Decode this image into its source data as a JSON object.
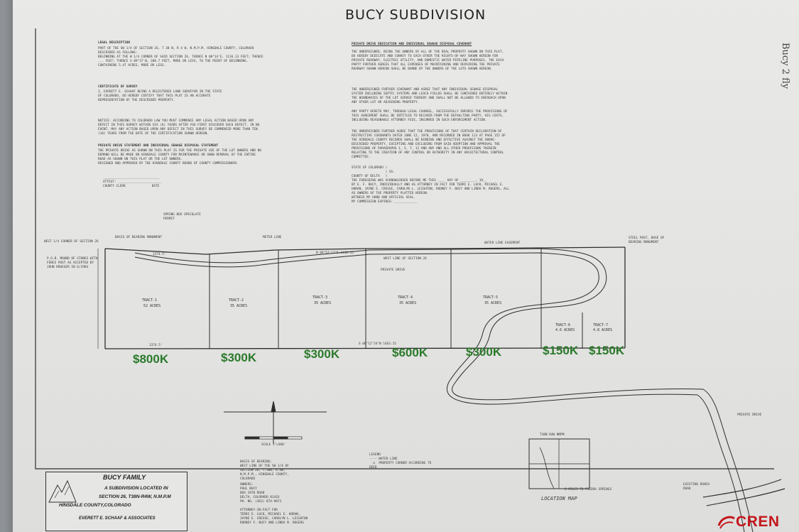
{
  "plat": {
    "title": "BUCY SUBDIVISION",
    "edge_writing": "Bucy  2  fly",
    "legal_heading": "LEGAL DESCRIPTION",
    "legal_text": "PART OF THE SW 1/4 OF SECTION 26, T 38 N, R 4 W, N.M.P.M. HINSDALE COUNTY, COLORADO DESCRIBED AS FOLLOWS:\nBEGINNING AT THE W 1/4 CORNER OF SAID SECTION 26, THENCE N 00°14'E, 1116.13 FEET; THENCE ... FEET; THENCE S 89°37'W, 208.7 FEET, MORE OR LESS, TO THE POINT OF BEGINNING.\nCONTAINING 5.47 ACRES, MORE OR LESS.",
    "surveyor_heading": "CERTIFICATE OF SURVEY",
    "surveyor_text": "I, EVERETT E. SCHAAF BEING A REGISTERED LAND SURVEYOR IN THE STATE OF COLORADO, DO HEREBY CERTIFY THAT THIS PLAT IS AN ACCURATE REPRESENTATION OF THE DESCRIBED PROPERTY.",
    "notice_text": "NOTICE: ACCORDING TO COLORADO LAW YOU MUST COMMENCE ANY LEGAL ACTION BASED UPON ANY DEFECT IN THIS SURVEY WITHIN SIX (6) YEARS AFTER YOU FIRST DISCOVER SUCH DEFECT. IN NO EVENT, MAY ANY ACTION BASED UPON ANY DEFECT IN THIS SURVEY BE COMMENCED MORE THAN TEN (10) YEARS FROM THE DATE OF THE CERTIFICATION SHOWN HEREON.",
    "drive_heading": "PRIVATE DRIVE STATEMENT AND INDIVIDUAL SEWAGE DISPOSAL STATEMENT",
    "drive_text": "THE PRIVATE DRIVE AS SHOWN ON THIS PLAT IS FOR THE PRIVATE USE OF THE LOT OWNERS AND NO DEMAND WILL BE MADE ON HINSDALE COUNTY FOR MAINTENANCE OR SNOW REMOVAL OF THE ENTIRE ROAD AS SHOWN ON THIS PLAT OR THE LOT OWNERS.\nREVIEWED AND APPROVED BY THE HINSDALE COUNTY BOARD OF COUNTY COMMISSIONERS",
    "sign_lines": "______________________________\nATTEST: _______________________\nCOUNTY CLERK              DATE",
    "right_heading": "PRIVATE DRIVE DEDICATION AND INDIVIDUAL SEWAGE DISPOSAL COVENANT",
    "right_text_1": "THE UNDERSIGNED, BEING THE OWNERS OF ALL OF THE REAL PROPERTY SHOWN ON THIS PLAT, DO HEREBY DEDICATE AND CONVEY TO EACH OTHER THE RIGHTS-OF-WAY SHOWN HEREON FOR PRIVATE ROADWAY, ELECTRIC UTILITY, AND DOMESTIC WATER PIPELINE PURPOSES. THE EACH PARTY FURTHER AGREES THAT ALL EXPENSES OF MAINTAINING AND REPAIRING THE PRIVATE ROADWAY SHOWN HEREON SHALL BE BORNE BY THE OWNERS OF THE LOTS SHOWN HEREON.",
    "right_text_2": "THE UNDERSIGNED FURTHER COVENANT AND AGREE THAT ANY INDIVIDUAL SEWAGE DISPOSAL SYSTEM INCLUDING SEPTIC SYSTEMS AND LEACH FIELDS SHALL BE CONTAINED ENTIRELY WITHIN THE BOUNDARIES OF THE LOT SERVED THEREBY AND SHALL NOT BE ALLOWED TO ENCROACH UPON ANY OTHER LOT OR ADJOINING PROPERTY.",
    "right_text_3": "ANY PARTY HERETO MAY, THROUGH LEGAL COUNSEL, SUCCESSFULLY ENFORCE THE PROVISIONS OF THIS AGREEMENT SHALL BE ENTITLED TO RECOVER FROM THE DEFAULTING PARTY, HIS COSTS, INCLUDING REASONABLE ATTORNEY FEES, INCURRED IN SUCH ENFORCEMENT ACTION.",
    "right_text_4": "THE UNDERSIGNED FURTHER AGREE THAT THE PROVISIONS OF THAT CERTAIN DECLARATION OF RESTRICTIVE COVENANTS DATED JUNE 12, 1978, AND RECORDED IN BOOK 113 AT PAGE 152 OF THE HINSDALE COUNTY RECORDS SHALL BE BINDING AND EFFECTIVE AGAINST THE ABOVE-DESCRIBED PROPERTY, EXCEPTING AND EXCLUDING FROM SAID ADOPTION AND APPROVAL THE PROVISIONS OF PARAGRAPHS 1, 5, 7, 12 AND ANY AND ALL OTHER PROVISIONS THEREIN RELATING TO THE CREATION OF ANY CONTROL OR AUTHORITY IN ANY ARCHITECTURAL CONTROL COMMITTEE.",
    "notary_text": "STATE OF COLORADO )\n                  ) SS.\nCOUNTY OF DELTA   )\nTHE FOREGOING WAS ACKNOWLEDGED BEFORE ME THIS ____ DAY OF ________, 19__\nBY E. F. BUCY, INDIVIDUALLY AND AS ATTORNEY IN FACT FOR TERRI E. LUCK, MICHAEL E. HORAN, JAYNE E. CRESSE, CAROLYN L. LEIGHTON, RODNEY F. BUCY AND LINDA M. ROGERS, ALL AS OWNERS OF THE PROPERTY PLATTED HEREON.\nWITNESS MY HAND AND OFFICIAL SEAL.\nMY COMMISSION EXPIRES: ____________",
    "tracts": [
      {
        "name": "TRACT-1",
        "acres": "52 ACRES"
      },
      {
        "name": "TRACT-2",
        "acres": "35 ACRES"
      },
      {
        "name": "TRACT-3",
        "acres": "35 ACRES"
      },
      {
        "name": "TRACT-4",
        "acres": "35 ACRES"
      },
      {
        "name": "TRACT-5",
        "acres": "35 ACRES"
      },
      {
        "name": "TRACT-6",
        "acres": "4.6 ACRES"
      },
      {
        "name": "TRACT-7",
        "acres": "4.8 ACRES"
      }
    ],
    "prices": [
      "$800K",
      "$300K",
      "$300K",
      "$600K",
      "$300K",
      "$150K",
      "$150K"
    ],
    "labels": {
      "west_corner": "WEST 1/4 CORNER OF SECTION 26",
      "pob": "P.O.B. MOUND OF STONES WITH FENCE POST AS ACCEPTED BY JOHN KRUEGER IN 6/1984",
      "basis": "BASIS OF BEARING MONUMENT",
      "spring_box": "SPRING BOX SPECULATE PERMIT",
      "meter": "METER LINE",
      "water_line": "WATER LINE EASEMENT",
      "private_drive": "PRIVATE DRIVE",
      "private_drive_2": "PRIVATE DRIVE",
      "steel_post": "STEEL POST, BASE OF BEARING MONUMENT",
      "existing_ranch": "EXISTING RANCH ROAD",
      "legend": "LEGEND\n---- WATER LINE\n  o  PROPERTY CORNER ACCORDING TO DEED",
      "basis_note": "BASIS OF BEARING:\nWEST LINE OF THE SW 1/4 OF SECTION 26, T.38N, R.4W, N.M.P.M., HINSDALE COUNTY, COLORADO",
      "owners_note": "OWNERS:\nPAUL BUCY\nBOX 1978 ROAD\nDELTA, COLORADO 81416\nPH. NO. (303) 874-9073",
      "attorney_note": "ATTORNEY-IN-FACT FOR\nTERRI E. LUCK, MICHAEL E. HORAN,\nJAYNE E. CRESSE, CAROLYN L. LEIGHTON\nRODNEY F. BUCY AND LINDA M. ROGERS",
      "scale": "SCALE 1\"=500'",
      "location_map": "LOCATION MAP",
      "miles_note": "8 MILES TO PIEDRA SPRINGS",
      "road_top": "T38N R4W NMPM",
      "bearing_1": "N 89°57'13\"E 1138.15",
      "bearing_2": "WEST LINE OF SECTION 26",
      "bearing_3": "S 00°12'54\"W 1463.15",
      "dim_1": "1374.5'",
      "dim_2": "1374.5'"
    },
    "title_block": {
      "line1": "BUCY FAMILY",
      "line2": "A SUBDIVISION LOCATED IN",
      "line3": "SECTION 26, T38N-R4W, N.M.P.M",
      "line4": "HINSDALE COUNTY,COLORADO",
      "line5": "EVERETT E. SCHAAF & ASSOCIATES"
    }
  },
  "logo": {
    "text": "CREN",
    "color": "#c4161c"
  },
  "colors": {
    "price": "#2b7a2b",
    "ink": "#2b2b2b",
    "paper": "#e4e4e2"
  }
}
